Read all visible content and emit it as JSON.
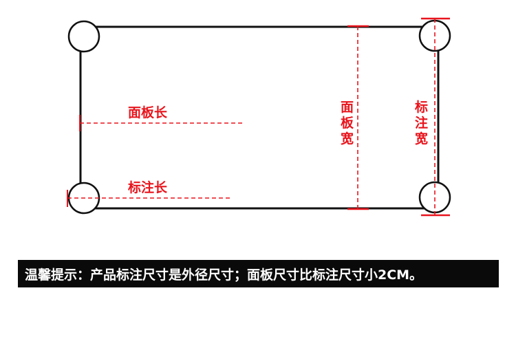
{
  "diagram": {
    "label_panel_length": "面板长",
    "label_marked_length": "标注长",
    "label_panel_width": [
      "面",
      "板",
      "宽"
    ],
    "label_marked_width": [
      "标",
      "注",
      "宽"
    ],
    "colors": {
      "annotation": "#e8141c",
      "outline": "#111111",
      "notice_bg": "#0a0a0a",
      "notice_text": "#ffffff"
    }
  },
  "notice": {
    "text": "温馨提示：产品标注尺寸是外径尺寸；面板尺寸比标注尺寸小2CM。"
  }
}
